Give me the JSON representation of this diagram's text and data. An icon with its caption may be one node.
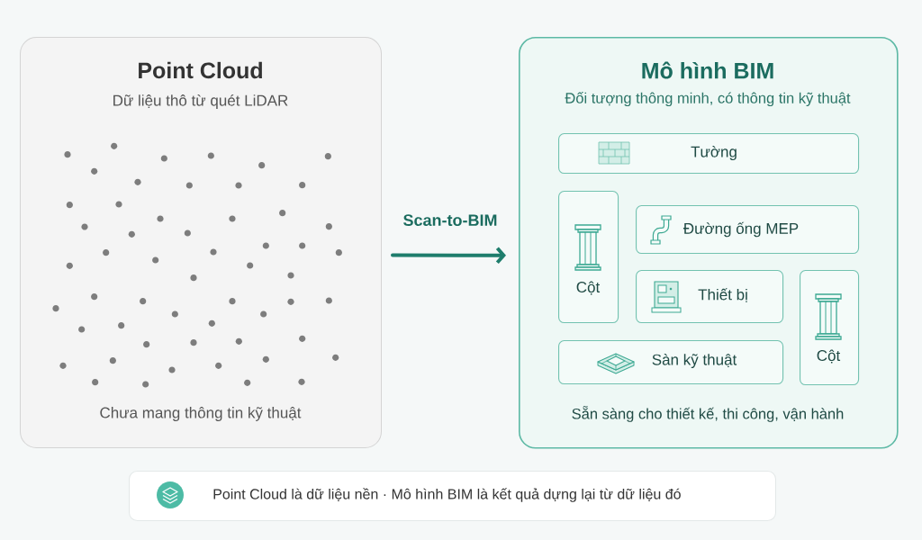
{
  "diagram": {
    "nodes": [
      {
        "text": [
          "Point Cloud",
          "Dữ liệu thô từ quét LiDAR",
          "Chưa mang thông tin kỹ thuật"
        ]
      },
      {
        "text": [
          "Mô hình BIM",
          "Đối tượng thông minh, có thông tin kỹ thuật",
          "Sẵn sàng cho thiết kế, thi công, vận hành"
        ]
      },
      {
        "text": [
          "Tường"
        ],
        "in": 1
      },
      {
        "text": [
          "Cột"
        ],
        "in": 1
      },
      {
        "text": [
          "Đường ống MEP"
        ],
        "in": 1
      },
      {
        "text": [
          "Thiết bị"
        ],
        "in": 1
      },
      {
        "text": [
          "Cột"
        ],
        "in": 1
      },
      {
        "text": [
          "Sàn kỹ thuật"
        ],
        "in": 1
      },
      {
        "text": [
          "Point Cloud là dữ liệu nền · Mô hình BIM là kết quả dựng lại từ dữ liệu đó"
        ]
      }
    ],
    "edges": [
      {
        "from": 0,
        "to": 1,
        "arrow": "to",
        "label": "Scan-to-BIM"
      }
    ]
  }
}
